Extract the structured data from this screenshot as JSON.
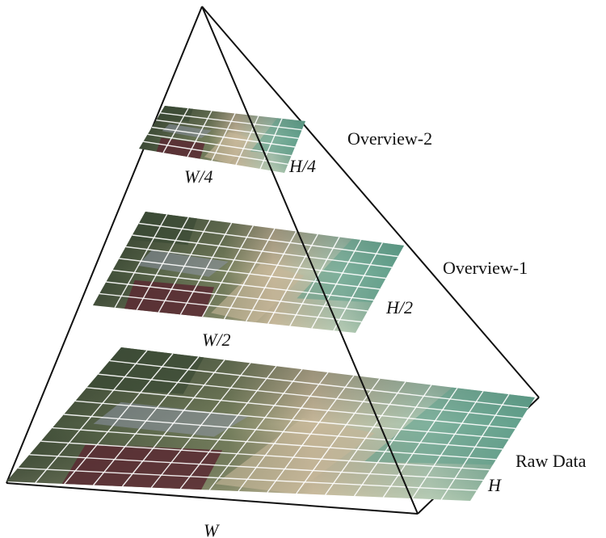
{
  "levels": [
    {
      "name": "Overview-2",
      "width_label": "W/4",
      "height_label": "H/4",
      "grid": [
        6,
        6
      ]
    },
    {
      "name": "Overview-1",
      "width_label": "W/2",
      "height_label": "H/2",
      "grid": [
        12,
        8
      ]
    },
    {
      "name": "Raw Data",
      "width_label": "W",
      "height_label": "H",
      "grid": [
        16,
        10
      ]
    }
  ],
  "colors": {
    "line": "#111111",
    "grid": "#ffffff",
    "vegetation_dark": "#3b4a35",
    "vegetation_light": "#76805e",
    "farmland_maroon": "#5a2a33",
    "settlement": "#8e96a6",
    "mudflat": "#c7b89a",
    "water_teal": "#5f9f8a",
    "water_pale": "#a8c8b4"
  }
}
